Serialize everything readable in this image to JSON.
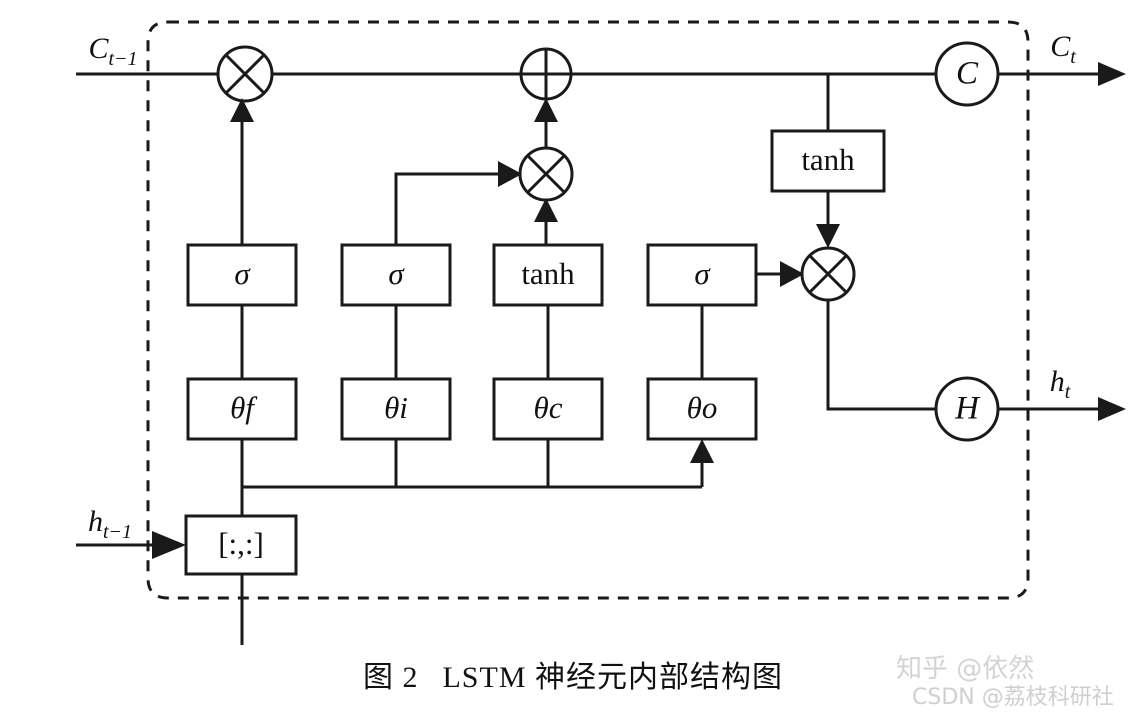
{
  "figure": {
    "caption_prefix": "图 2",
    "caption_text": "LSTM 神经元内部结构图",
    "type": "block-diagram",
    "subject": "LSTM cell internal structure"
  },
  "signals": {
    "cell_state_in": {
      "base": "C",
      "sub": "t−1",
      "full": "C t−1"
    },
    "cell_state_out": {
      "base": "C",
      "sub": "t",
      "full": "C t"
    },
    "hidden_in": {
      "base": "h",
      "sub": "t−1",
      "full": "h t−1"
    },
    "hidden_out": {
      "base": "h",
      "sub": "t",
      "full": "h t"
    }
  },
  "gates": {
    "activation_row": [
      {
        "name": "forget-gate-activation",
        "label": "σ",
        "italic": true
      },
      {
        "name": "input-gate-activation",
        "label": "σ",
        "italic": true
      },
      {
        "name": "candidate-activation",
        "label": "tanh",
        "italic": false
      },
      {
        "name": "output-gate-activation",
        "label": "σ",
        "italic": true
      }
    ],
    "weight_row": [
      {
        "name": "forget-weights",
        "label": "θf"
      },
      {
        "name": "input-weights",
        "label": "θi"
      },
      {
        "name": "candidate-weights",
        "label": "θc"
      },
      {
        "name": "output-weights",
        "label": "θo"
      }
    ]
  },
  "blocks": {
    "concat": {
      "name": "concat-block",
      "label": "[:,:]"
    },
    "cell_tanh": {
      "name": "cell-state-tanh-block",
      "label": "tanh"
    }
  },
  "nodes": {
    "cell_out_node": {
      "name": "cell-state-output-node",
      "label": "C"
    },
    "hidden_out_node": {
      "name": "hidden-state-output-node",
      "label": "H"
    }
  },
  "operators": [
    {
      "name": "forget-multiply-operator",
      "glyph": "multiply",
      "symbol": "⊗"
    },
    {
      "name": "cell-add-operator",
      "glyph": "add",
      "symbol": "⊕"
    },
    {
      "name": "input-multiply-operator",
      "glyph": "multiply",
      "symbol": "⊗"
    },
    {
      "name": "output-multiply-operator",
      "glyph": "multiply",
      "symbol": "⊗"
    }
  ],
  "watermarks": {
    "zhihu": "知乎 @依然",
    "csdn": "CSDN @荔枝科研社"
  }
}
